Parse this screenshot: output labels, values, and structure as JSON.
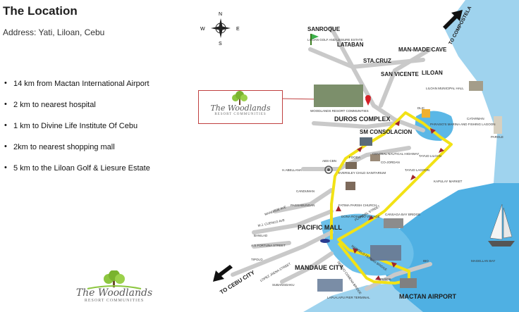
{
  "header": {
    "title": "The Location",
    "address": "Address: Yati, Liloan, Cebu"
  },
  "bullets": [
    "14 km from Mactan International Airport",
    "2 km to nearest hospital",
    "1 km to Divine Life Institute Of Cebu",
    "2km to nearest shopping mall",
    "5 km to the Liloan Golf & Liesure Estate"
  ],
  "logo": {
    "name": "The Woodlands",
    "subtitle": "RESORT COMMUNITIES"
  },
  "compass": {
    "n": "N",
    "s": "S",
    "e": "E",
    "w": "W"
  },
  "map_labels": {
    "sanroque": "SANROQUE",
    "liloan_golf": "LILOAN GOLF AND LEISURE ESTATE",
    "lataban": "LATABAN",
    "sta_cruz": "STA.CRUZ",
    "man_made_cave": "MAN-MADE CAVE",
    "san_vicente": "SAN VICENTE",
    "liloan": "LILOAN",
    "liloan_hall": "LILOAN MUNICIPAL HALL",
    "to_compostela": "TO COMPOSTELA",
    "woodlands_resort": "WOODLANDS RESORT COMMUNITIES",
    "duros_complex": "DUROS COMPLEX",
    "dlic": "DLIC",
    "paraiso": "PARAISO'S MARINA AND FISHING LAGOON",
    "catarman": "CATARMAN",
    "parole": "PAROLE",
    "sm_consolacion": "SM CONSOLACION",
    "central_nautical": "CENTRAL NAUTICAL HIGHWAY",
    "fooda": "FOODA",
    "tayud_liloan": "TAYUD LILOAN",
    "abs_cbn": "ABS-CBN",
    "co_jordan": "CO-JORDAN",
    "eversley": "EVERSLEY CHILD SANITARIUM",
    "tayud_lagoon": "TAYUD LAGOON",
    "kapulay_market": "KAPULAY MARKET",
    "h_abellana": "H.ABELLANA",
    "canduman": "CANDUMAN",
    "fatima": "FATIMA PARISH CHURCH",
    "pagsabungan": "PAGSABUNGAN",
    "dona_rosario": "DONA ROSARIO VILLAGE",
    "plaridel": "PLARIDEL STREET",
    "cansaga_bay": "CANSAGA BAY BRIDGE",
    "pacific_mall": "PACIFIC MALL",
    "mandaue_city": "MANDAUE CITY",
    "mandaue_ave": "MANDAUE AVE",
    "mj_cuenco": "M.J. CUENCO AVE",
    "banilad": "BANILAD",
    "as_fortuna": "A.S FORTUNA STREET",
    "tipolo": "TIPOLO",
    "lopez_jaena": "LOPEZ JAENA STREET",
    "subangdaku": "SUBANGDAKU",
    "to_cebu_city": "TO CEBU CITY",
    "marcelo_fernan": "MARCELO FERNAN BRIDGE",
    "sergio_osmena": "SERGIO OSMENA BRIDGE",
    "lapu_lapu_pier": "LAPU-LAPU PIER TERMINAL",
    "pusok": "PUSOK",
    "ibo": "IBO",
    "mactan_airport": "MACTAN AIRPORT",
    "magellan_bay": "MAGELLAN BAY"
  }
}
